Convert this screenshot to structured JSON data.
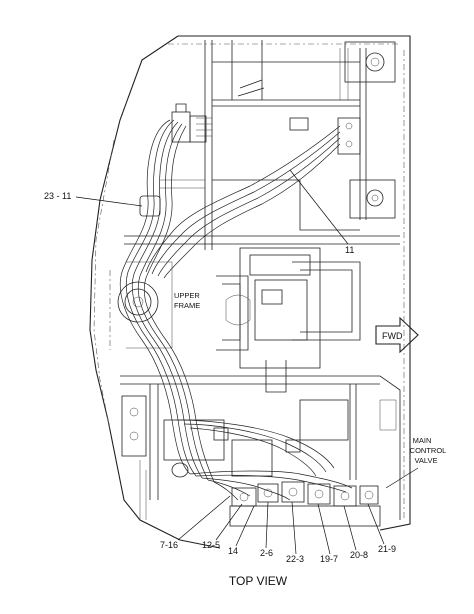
{
  "view_title": "TOP VIEW",
  "fwd_label": "FWD",
  "upper_frame": [
    "UPPER",
    "FRAME"
  ],
  "main_control_valve": [
    "MAIN",
    "CONTROL",
    "VALVE"
  ],
  "callouts": {
    "c23_11": "23 - 11",
    "c11": "11",
    "c7_16": "7-16",
    "c12_5": "12-5",
    "c14": "14",
    "c2_6": "2-6",
    "c22_3": "22-3",
    "c19_7": "19-7",
    "c20_8": "20-8",
    "c21_9": "21-9"
  }
}
